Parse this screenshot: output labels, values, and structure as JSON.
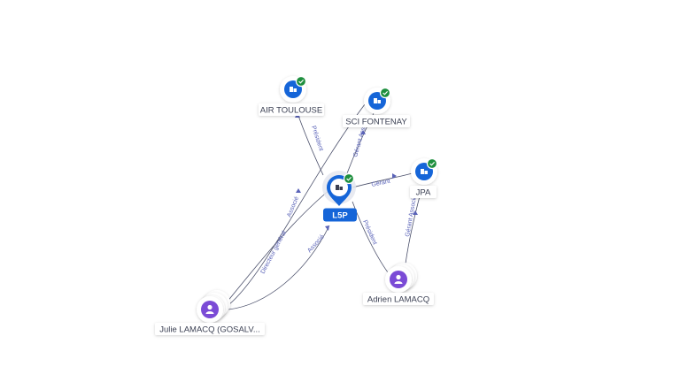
{
  "nodes": {
    "air_toulouse": {
      "label": "AIR TOULOUSE",
      "kind": "company",
      "verified": true
    },
    "sci_fontenay": {
      "label": "SCI FONTENAY",
      "kind": "company",
      "verified": true
    },
    "jpa": {
      "label": "JPA",
      "kind": "company",
      "verified": true
    },
    "l5p": {
      "label": "L5P",
      "kind": "company-focus",
      "verified": true
    },
    "adrien": {
      "label": "Adrien LAMACQ",
      "kind": "person"
    },
    "julie": {
      "label": "Julie LAMACQ (GOSALV...",
      "kind": "person"
    }
  },
  "edges": {
    "l5p_air": {
      "label": "Président"
    },
    "l5p_sci": {
      "label": "Gérant Associé"
    },
    "l5p_jpa": {
      "label": "Gérant"
    },
    "adrien_jpa": {
      "label": "Gérant Associé"
    },
    "adrien_l5p": {
      "label": "Président"
    },
    "julie_sci": {
      "label": "Associé"
    },
    "julie_l5p_dg": {
      "label": "Directeur général"
    },
    "julie_l5p_assoc": {
      "label": "Associé"
    }
  },
  "colors": {
    "company_icon": "#1565d8",
    "verified_badge": "#1e8f3e",
    "person_icon": "#7b4bd6",
    "edge_line": "#4a4f6a",
    "edge_label": "#5a63b8",
    "focus_tag": "#1565d8"
  },
  "icons": {
    "company": "building-icon",
    "person": "user-icon",
    "verified": "check-badge-icon"
  }
}
